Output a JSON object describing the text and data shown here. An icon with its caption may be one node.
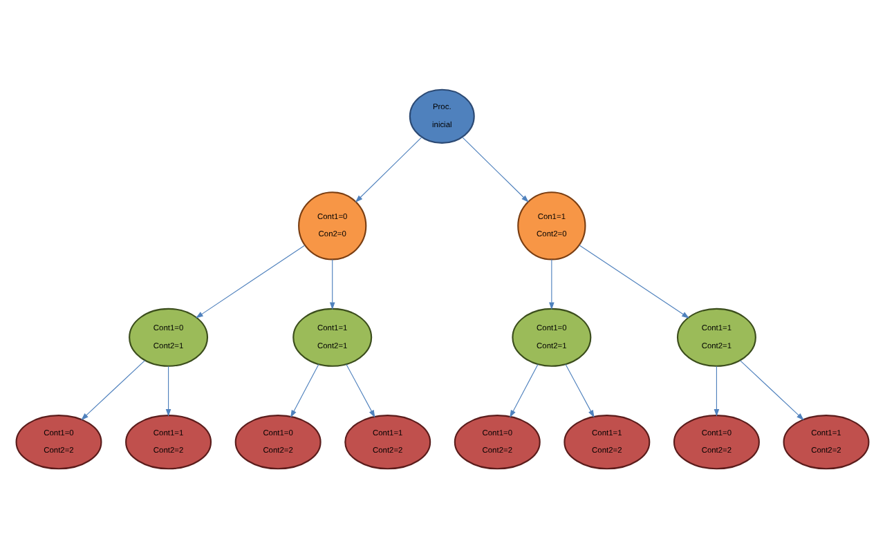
{
  "diagram": {
    "nodes": [
      {
        "text": [
          "Proc.",
          "inicial"
        ]
      },
      {
        "text": [
          "Cont1=0",
          "Con2=0"
        ]
      },
      {
        "text": [
          "Con1=1",
          "Cont2=0"
        ]
      },
      {
        "text": [
          "Cont1=0",
          "Cont2=1"
        ]
      },
      {
        "text": [
          "Cont1=1",
          "Cont2=1"
        ]
      },
      {
        "text": [
          "Cont1=0",
          "Cont2=1"
        ]
      },
      {
        "text": [
          "Cont1=1",
          "Cont2=1"
        ]
      },
      {
        "text": [
          "Cont1=0",
          "Cont2=2"
        ]
      },
      {
        "text": [
          "Cont1=1",
          "Cont2=2"
        ]
      },
      {
        "text": [
          "Cont1=0",
          "Cont2=2"
        ]
      },
      {
        "text": [
          "Cont1=1",
          "Cont2=2"
        ]
      },
      {
        "text": [
          "Cont1=0",
          "Cont2=2"
        ]
      },
      {
        "text": [
          "Cont1=1",
          "Cont2=2"
        ]
      },
      {
        "text": [
          "Cont1=0",
          "Cont2=2"
        ]
      },
      {
        "text": [
          "Cont1=1",
          "Cont2=2"
        ]
      }
    ],
    "edges": [
      {
        "from": 0,
        "to": 1,
        "arrow": "to"
      },
      {
        "from": 0,
        "to": 2,
        "arrow": "to"
      },
      {
        "from": 1,
        "to": 3,
        "arrow": "to"
      },
      {
        "from": 1,
        "to": 4,
        "arrow": "to"
      },
      {
        "from": 2,
        "to": 5,
        "arrow": "to"
      },
      {
        "from": 2,
        "to": 6,
        "arrow": "to"
      },
      {
        "from": 3,
        "to": 7,
        "arrow": "to"
      },
      {
        "from": 3,
        "to": 8,
        "arrow": "to"
      },
      {
        "from": 4,
        "to": 9,
        "arrow": "to"
      },
      {
        "from": 4,
        "to": 10,
        "arrow": "to"
      },
      {
        "from": 5,
        "to": 11,
        "arrow": "to"
      },
      {
        "from": 5,
        "to": 12,
        "arrow": "to"
      },
      {
        "from": 6,
        "to": 13,
        "arrow": "to"
      },
      {
        "from": 6,
        "to": 14,
        "arrow": "to"
      }
    ]
  }
}
